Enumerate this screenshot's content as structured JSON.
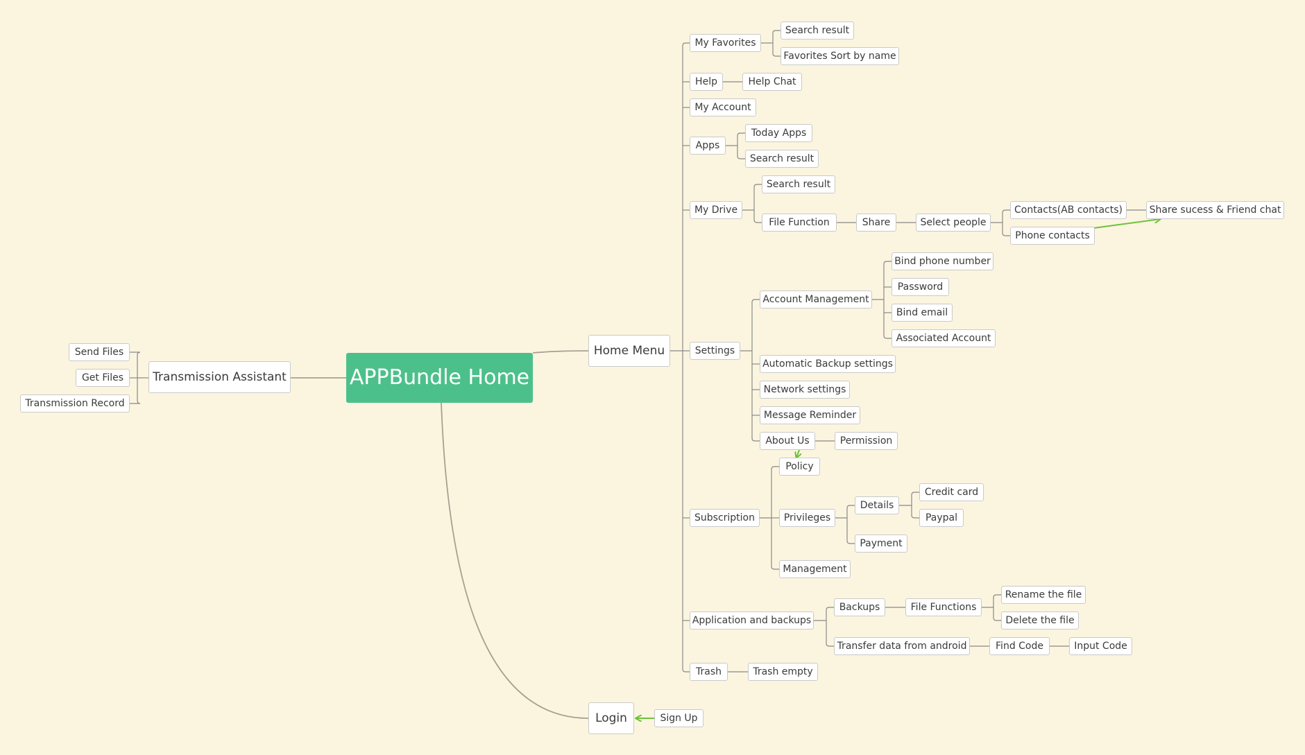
{
  "colors": {
    "background": "#fbf5df",
    "root": "#4cc08a",
    "line": "#888888",
    "arrow": "#6cc23a"
  },
  "root": "APPBundle Home",
  "left": {
    "label": "Transmission Assistant",
    "children": [
      "Send Files",
      "Get Files",
      "Transmission Record"
    ]
  },
  "login": {
    "label": "Login",
    "sign_up": "Sign Up"
  },
  "menu": {
    "label": "Home Menu",
    "my_favorites": {
      "label": "My Favorites",
      "search_result": "Search result",
      "sort": "Favorites Sort by name"
    },
    "help": {
      "label": "Help",
      "chat": "Help Chat"
    },
    "my_account": "My Account",
    "apps": {
      "label": "Apps",
      "today": "Today Apps",
      "search_result": "Search result"
    },
    "my_drive": {
      "label": "My Drive",
      "search_result": "Search result",
      "file_function": "File Function",
      "share": "Share",
      "select_people": "Select people",
      "contacts_ab": "Contacts(AB contacts)",
      "phone_contacts": "Phone contacts",
      "share_success": "Share sucess & Friend chat"
    },
    "settings": {
      "label": "Settings",
      "account_management": "Account Management",
      "bind_phone": "Bind phone number",
      "password": "Password",
      "bind_email": "Bind email",
      "associated_account": "Associated Account",
      "auto_backup": "Automatic Backup settings",
      "network": "Network settings",
      "message_reminder": "Message Reminder",
      "about_us": "About Us",
      "permission": "Permission"
    },
    "subscription": {
      "label": "Subscription",
      "policy": "Policy",
      "privileges": "Privileges",
      "details": "Details",
      "credit_card": "Credit card",
      "paypal": "Paypal",
      "payment": "Payment",
      "management": "Management"
    },
    "app_backups": {
      "label": "Application and backups",
      "backups": "Backups",
      "file_functions": "File Functions",
      "rename": "Rename the file",
      "delete": "Delete the file",
      "transfer": "Transfer data from android",
      "find_code": "Find Code",
      "input_code": "Input Code"
    },
    "trash": {
      "label": "Trash",
      "empty": "Trash empty"
    }
  }
}
